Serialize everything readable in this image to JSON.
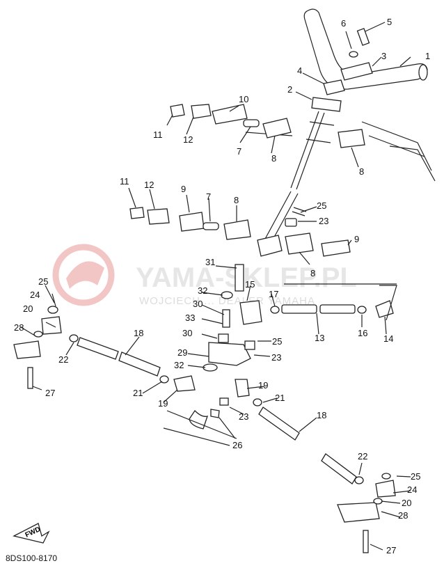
{
  "diagram": {
    "code": "8DS100-8170",
    "fwd_label": "FWD",
    "watermark": {
      "main": "YAMA-SKLEP.PL",
      "sub": "WOJCIECH ... DEALER YAMAHA"
    },
    "callouts": {
      "c1": "1",
      "c2": "2",
      "c3": "3",
      "c4": "4",
      "c5": "5",
      "c6": "6",
      "c7a": "7",
      "c7b": "7",
      "c8a": "8",
      "c8b": "8",
      "c8c": "8",
      "c8d": "8",
      "c9a": "9",
      "c9b": "9",
      "c10": "10",
      "c11a": "11",
      "c11b": "11",
      "c12a": "12",
      "c12b": "12",
      "c13": "13",
      "c14": "14",
      "c15": "15",
      "c16": "16",
      "c17": "17",
      "c18a": "18",
      "c18b": "18",
      "c19a": "19",
      "c19b": "19",
      "c20a": "20",
      "c20b": "20",
      "c21a": "21",
      "c21b": "21",
      "c22a": "22",
      "c22b": "22",
      "c23a": "23",
      "c23b": "23",
      "c23c": "23",
      "c24a": "24",
      "c24b": "24",
      "c25a": "25",
      "c25b": "25",
      "c25c": "25",
      "c25d": "25",
      "c26": "26",
      "c27a": "27",
      "c27b": "27",
      "c28a": "28",
      "c28b": "28",
      "c29": "29",
      "c30a": "30",
      "c30b": "30",
      "c31": "31",
      "c32a": "32",
      "c32b": "32",
      "c33": "33"
    }
  }
}
